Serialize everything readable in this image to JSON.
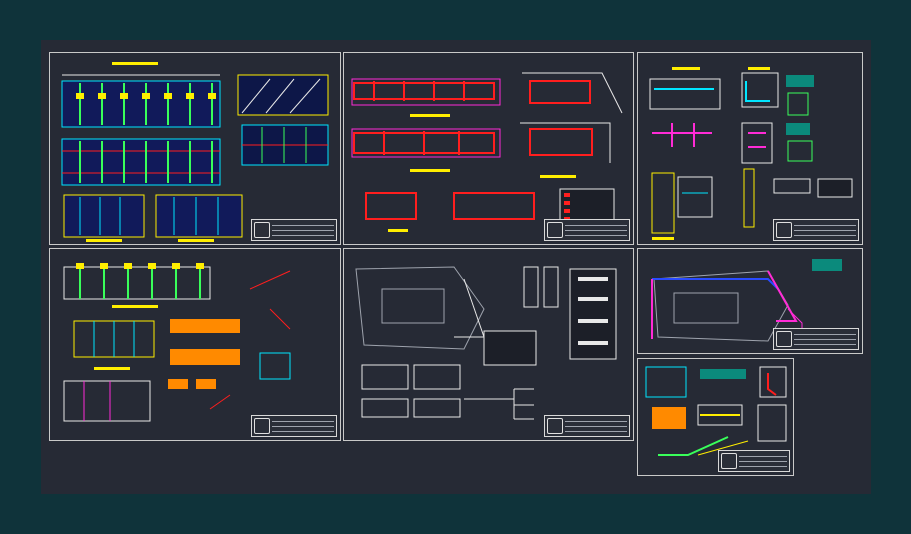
{
  "viewport": {
    "background": "#0f333a",
    "canvas_background": "#262a35"
  },
  "colors": {
    "border": "#c9c9c9",
    "yellow": "#ffee00",
    "cyan": "#00e5ff",
    "blue": "#2a4bff",
    "magenta": "#ff2bd6",
    "red": "#ff1e1e",
    "green": "#39ff5a",
    "white": "#e8e8e8",
    "orange": "#ff8a00"
  },
  "sheets": [
    {
      "id": "structural-plans",
      "drawing": "frames-grid"
    },
    {
      "id": "sanitary-plans",
      "drawing": "red-loops"
    },
    {
      "id": "details-sheet",
      "drawing": "mixed-details"
    },
    {
      "id": "foundation-sheet",
      "drawing": "foundations"
    },
    {
      "id": "site-plan-sheet",
      "drawing": "site-plan"
    },
    {
      "id": "perimeter-sheet",
      "drawing": "perimeter"
    },
    {
      "id": "small-details-sheet",
      "drawing": "small-details"
    }
  ]
}
